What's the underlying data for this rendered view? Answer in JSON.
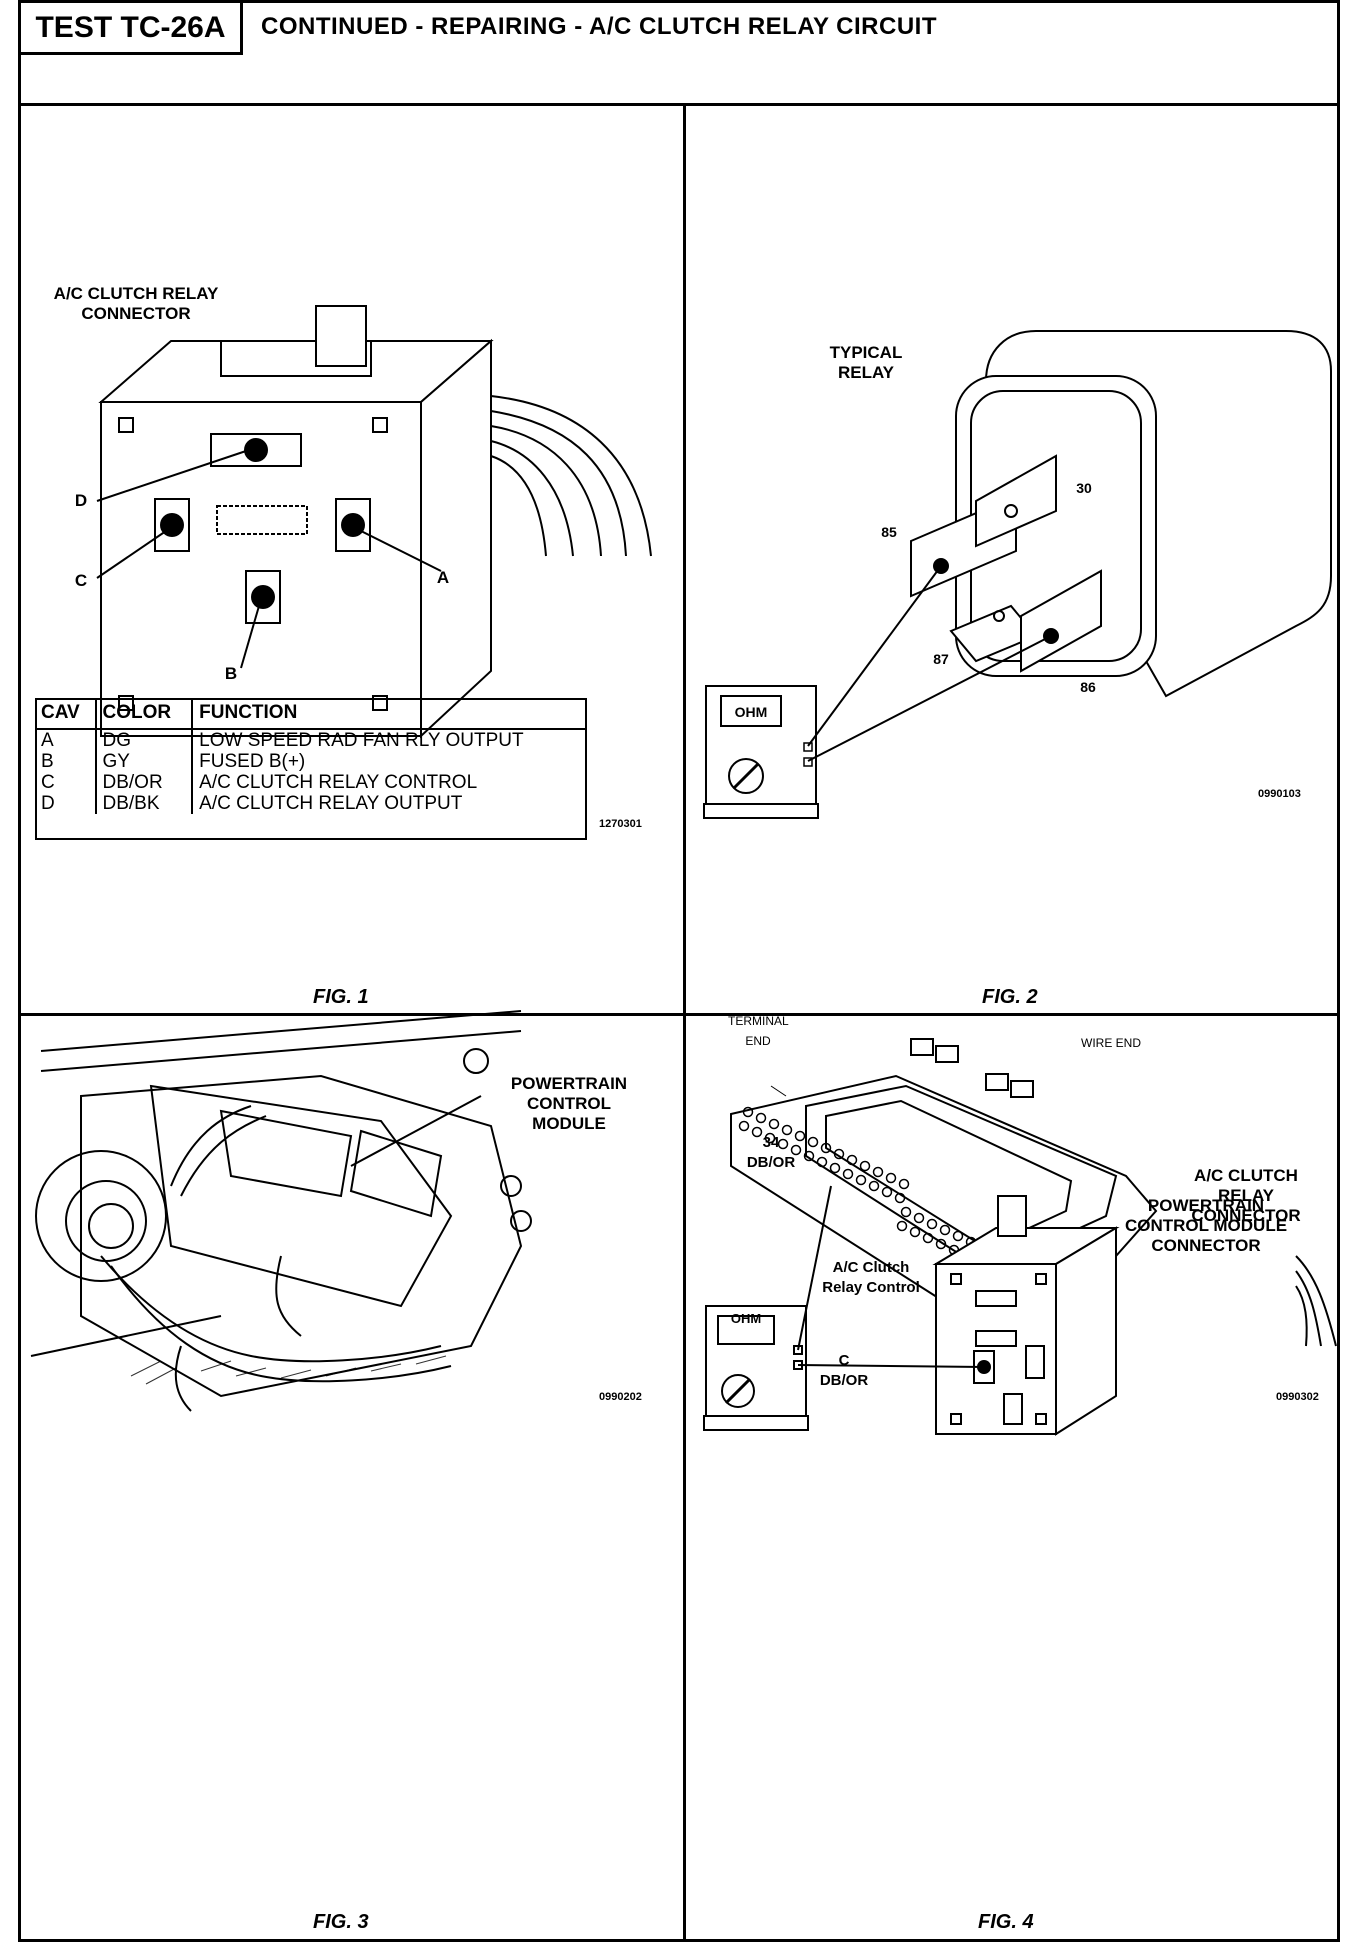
{
  "header": {
    "test_id": "TEST TC-26A",
    "title": "CONTINUED - REPAIRING - A/C CLUTCH RELAY CIRCUIT"
  },
  "fig1": {
    "caption": "FIG. 1",
    "connector_label": "A/C CLUTCH RELAY CONNECTOR",
    "cavities": [
      "A",
      "B",
      "C",
      "D"
    ],
    "code": "1270301",
    "table": {
      "headers": [
        "CAV",
        "COLOR",
        "FUNCTION"
      ],
      "rows": [
        [
          "A",
          "DG",
          "LOW SPEED RAD FAN RLY OUTPUT"
        ],
        [
          "B",
          "GY",
          "FUSED B(+)"
        ],
        [
          "C",
          "DB/OR",
          "A/C CLUTCH RELAY CONTROL"
        ],
        [
          "D",
          "DB/BK",
          "A/C CLUTCH RELAY OUTPUT"
        ]
      ]
    }
  },
  "fig2": {
    "caption": "FIG. 2",
    "relay_label": "TYPICAL RELAY",
    "terminals": [
      "30",
      "85",
      "87",
      "86"
    ],
    "meter": "OHM",
    "code": "0990103"
  },
  "fig3": {
    "caption": "FIG. 3",
    "label": "POWERTRAIN CONTROL MODULE",
    "code": "0990202"
  },
  "fig4": {
    "caption": "FIG. 4",
    "pcm_label": "POWERTRAIN CONTROL MODULE CONNECTOR",
    "terminal_end": "TERMINAL END",
    "wire_end": "WIRE END",
    "pin_label": "34",
    "pin_color": "DB/OR",
    "relay_label": "A/C CLUTCH RELAY CONNECTOR",
    "control_label": "A/C Clutch Relay Control",
    "cav_label": "C",
    "cav_color": "DB/OR",
    "meter": "OHM",
    "code": "0990302"
  }
}
